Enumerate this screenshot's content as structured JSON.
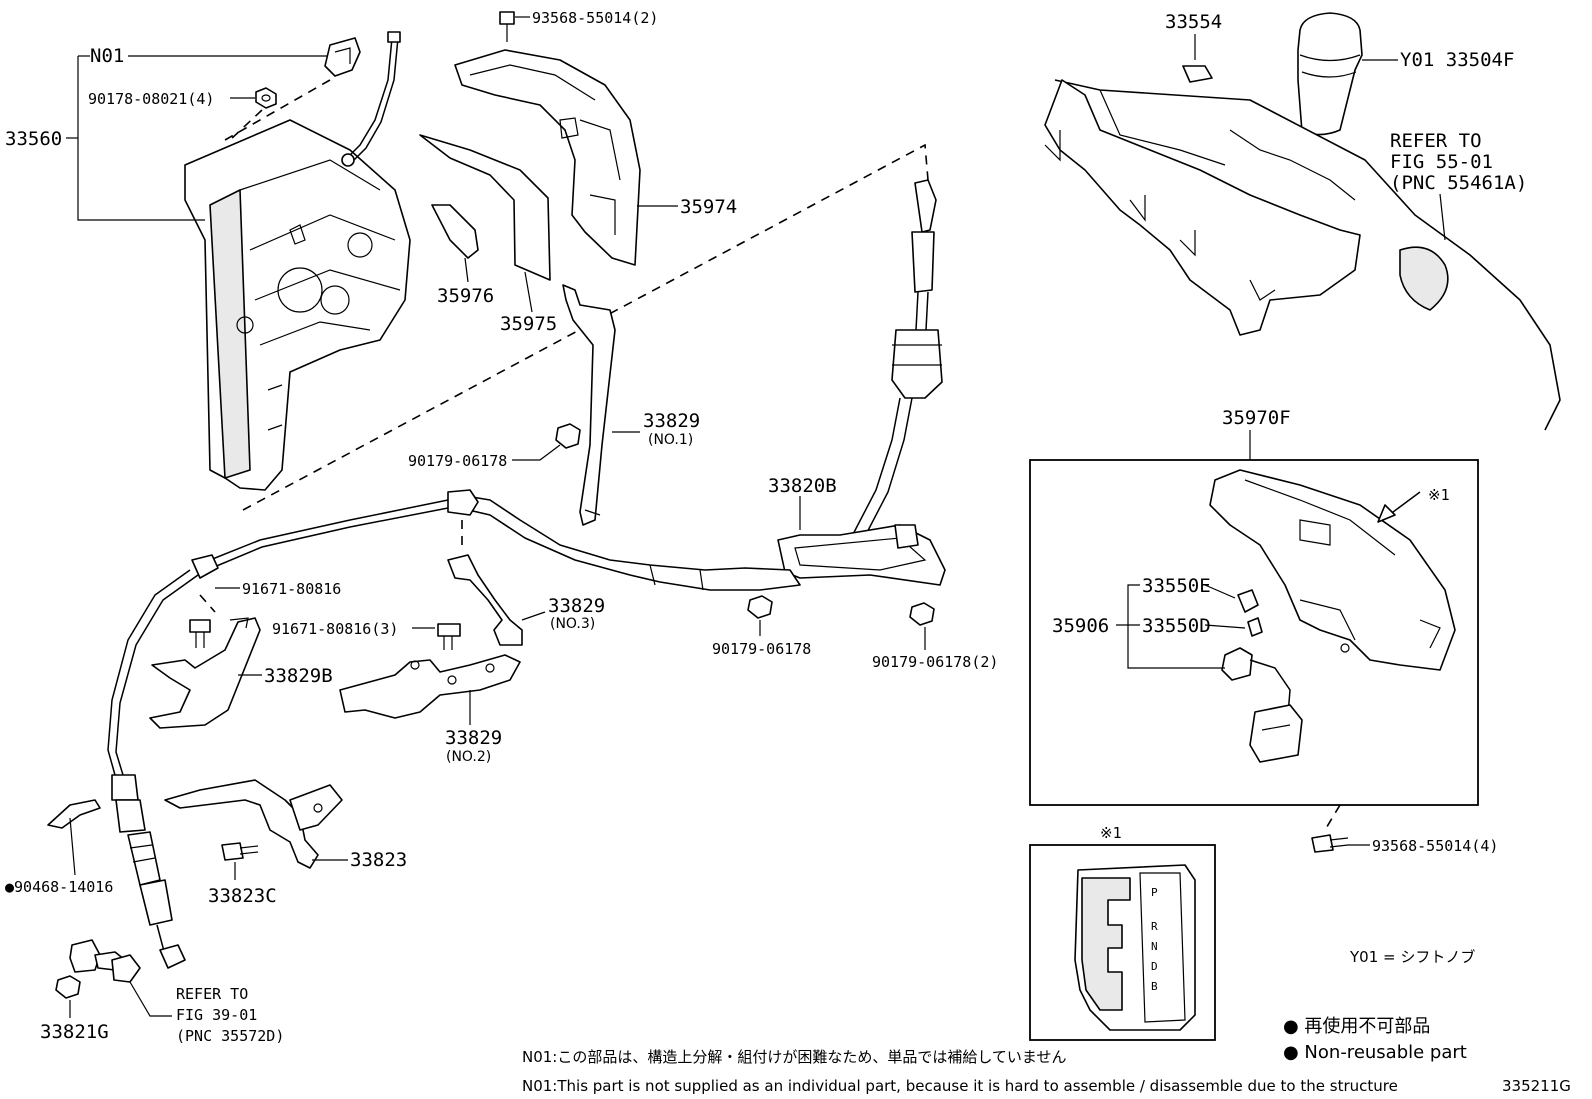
{
  "labels": {
    "p33560": "33560",
    "pN01": "N01",
    "p90178": "90178-08021(4)",
    "p93568a": "93568-55014(2)",
    "p35974": "35974",
    "p35976": "35976",
    "p35975": "35975",
    "p33554": "33554",
    "pY01": "Y01 33504F",
    "ref55_1": "REFER TO",
    "ref55_2": "FIG 55-01",
    "ref55_3": "(PNC 55461A)",
    "p33829_1": "33829",
    "p33829_1n": "(NO.1)",
    "p90179a": "90179-06178",
    "p33820B": "33820B",
    "p35970F": "35970F",
    "x1_arrow": "※1",
    "p33550E": "33550E",
    "p35906": "35906",
    "p33550D": "33550D",
    "p91671a": "91671-80816",
    "p91671b": "91671-80816(3)",
    "p33829_3": "33829",
    "p33829_3n": "(NO.3)",
    "p90179b": "90179-06178",
    "p90179c": "90179-06178(2)",
    "p33829B": "33829B",
    "p33829_2": "33829",
    "p33829_2n": "(NO.2)",
    "p93568b": "93568-55014(4)",
    "p90468": "●90468-14016",
    "p33823": "33823",
    "p33823C": "33823C",
    "x1_box": "※1",
    "gate_p": "P",
    "gate_r": "R",
    "gate_n": "N",
    "gate_d": "D",
    "gate_b": "B",
    "y01_note": "Y01 = シフトノブ",
    "p33821G": "33821G",
    "ref39_1": "REFER TO",
    "ref39_2": "FIG 39-01",
    "ref39_3": "(PNC 35572D)",
    "legend_jp": "● 再使用不可部品",
    "legend_en": "● Non-reusable part",
    "note_jp": "N01:この部品は、構造上分解・組付けが困難なため、単品では補給していません",
    "note_en": "N01:This part is not supplied as an individual part, because it is hard to assemble / disassemble due to the structure",
    "fig_id": "335211G"
  }
}
